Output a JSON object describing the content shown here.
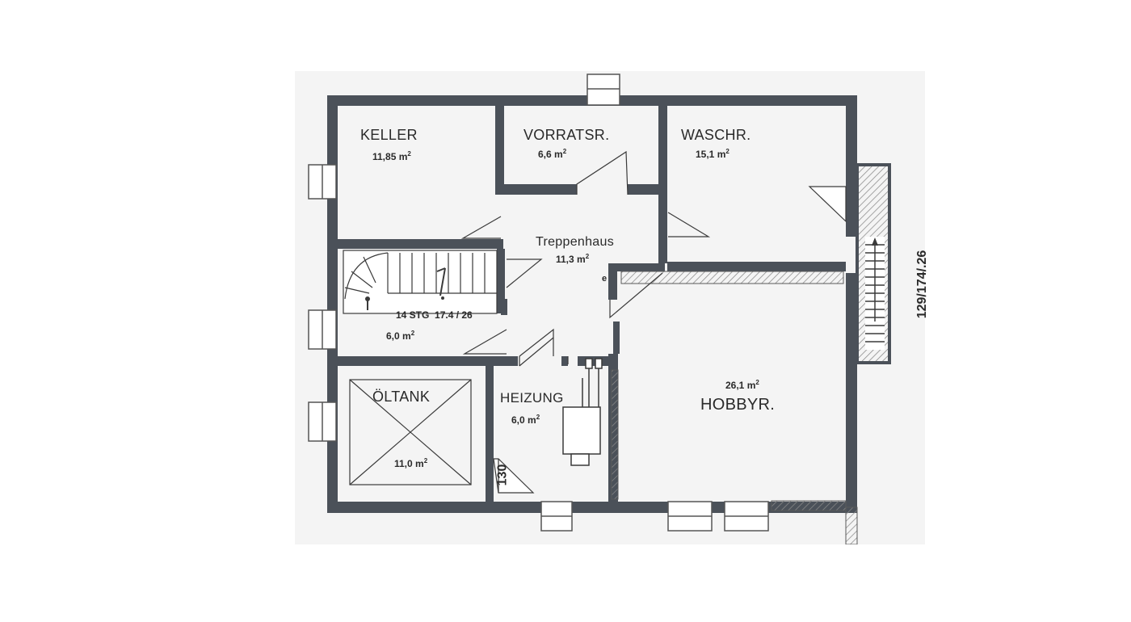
{
  "rooms": {
    "keller": {
      "name": "KELLER",
      "area_value": "11,85 m",
      "area_sup": "2"
    },
    "vorrat": {
      "name": "VORRATSR.",
      "area_value": "6,6 m",
      "area_sup": "2"
    },
    "wasch": {
      "name": "WASCHR.",
      "area_value": "15,1 m",
      "area_sup": "2"
    },
    "treppenhaus": {
      "name": "Treppenhaus",
      "area_value": "11,3 m",
      "area_sup": "2"
    },
    "stair": {
      "label": "14 STG  17.4 / 26",
      "area_value": "6,0 m",
      "area_sup": "2"
    },
    "oeltank": {
      "name": "ÖLTANK",
      "area_value": "11,0 m",
      "area_sup": "2"
    },
    "heizung": {
      "name": "HEIZUNG",
      "area_value": "6,0 m",
      "area_sup": "2"
    },
    "hobby": {
      "name": "HOBBYR.",
      "area_value": "26,1 m",
      "area_sup": "2"
    }
  },
  "dimensions": {
    "door_width": "130",
    "outside_stair": "129/174/.26"
  },
  "marks": {
    "e": "e"
  },
  "colors": {
    "wall": "#4b5159",
    "floor": "#f4f4f4",
    "line": "#3a3a3a",
    "hatch": "#9a9a9a"
  }
}
